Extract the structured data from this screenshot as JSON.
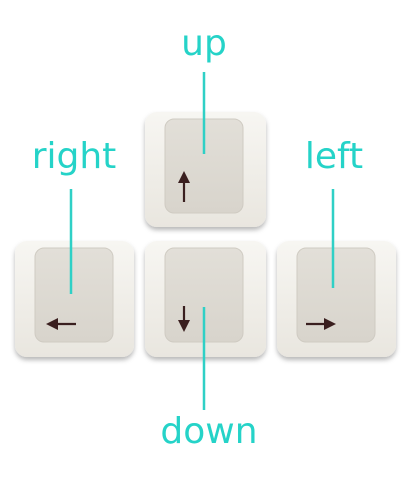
{
  "colors": {
    "label": "#25d3c8",
    "leader": "#2fd0c6",
    "key_face": "#dedbd3",
    "key_body": "#f3f1ec",
    "arrow": "#3a1f1f"
  },
  "keys": [
    {
      "id": "up",
      "arrow": "up",
      "label": "up"
    },
    {
      "id": "right",
      "arrow": "left",
      "label": "right"
    },
    {
      "id": "down",
      "arrow": "down",
      "label": "down"
    },
    {
      "id": "left",
      "arrow": "right",
      "label": "left"
    }
  ]
}
